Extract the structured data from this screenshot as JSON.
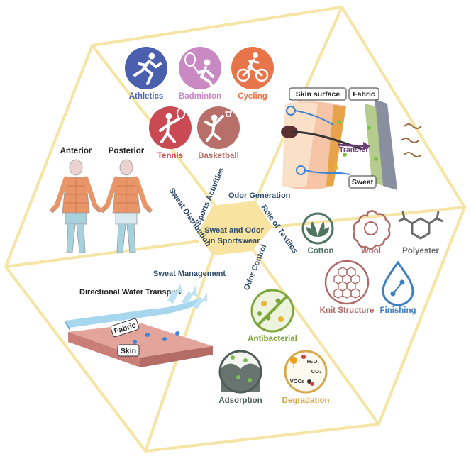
{
  "center": {
    "line1": "Sweat and Odor",
    "line2": "in Sportswear"
  },
  "sections": {
    "sports_activities": "Sports Activities",
    "odor_generation": "Odor Generation",
    "role_of_textiles": "Role of Textiles",
    "odor_control": "Odor Control",
    "sweat_management": "Sweat Management",
    "sweat_distribution": "Sweat Distribution"
  },
  "sports": [
    {
      "label": "Athletics",
      "color": "#4a5fae"
    },
    {
      "label": "Badminton",
      "color": "#c98ac3"
    },
    {
      "label": "Cycling",
      "color": "#e8744a"
    },
    {
      "label": "Tennis",
      "color": "#c94a52"
    },
    {
      "label": "Basketball",
      "color": "#b86f6a"
    }
  ],
  "odor_generation": {
    "skin_surface": "Skin surface",
    "fabric": "Fabric",
    "transfer": "Transfer",
    "sweat": "Sweat"
  },
  "textiles": [
    {
      "label": "Cotton",
      "color": "#4f7462"
    },
    {
      "label": "Wool",
      "color": "#b06a68"
    },
    {
      "label": "Polyester",
      "color": "#6b6b6b"
    },
    {
      "label": "Knit Structure",
      "color": "#b06a68"
    },
    {
      "label": "Finishing",
      "color": "#3d7fbf"
    }
  ],
  "odor_control": [
    {
      "label": "Antibacterial",
      "color": "#7da63a"
    },
    {
      "label": "Adsorption",
      "color": "#4f5d59"
    },
    {
      "label": "Degradation",
      "color": "#d8a74a"
    }
  ],
  "degradation_icon": {
    "h2o": "H₂O",
    "co2": "CO₂",
    "vocs": "VOCs"
  },
  "sweat_management": {
    "title": "Directional Water Transport",
    "fabric": "Fabric",
    "skin": "Skin"
  },
  "sweat_distribution": {
    "anterior": "Anterior",
    "posterior": "Posterior"
  },
  "colors": {
    "frame": "#f5e4a4",
    "center_fill": "#f8e3a0",
    "section_text": "#2d4b6a",
    "body_orange": "#e9956a",
    "body_blue": "#a7d2dd",
    "skin_pink": "#e3a49b"
  }
}
